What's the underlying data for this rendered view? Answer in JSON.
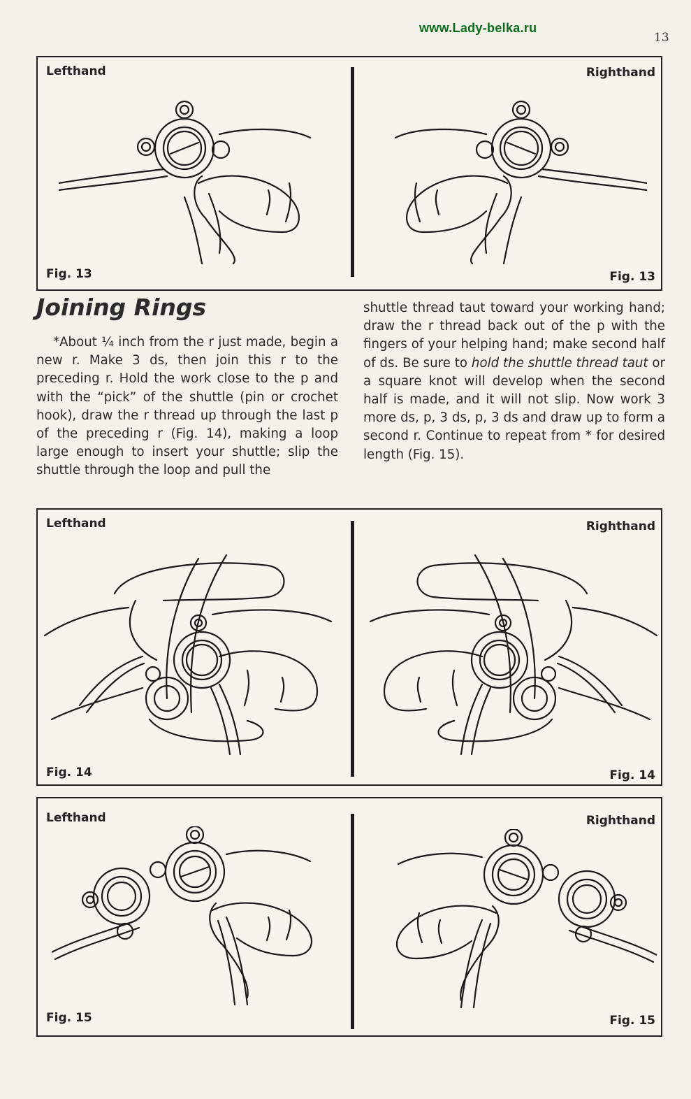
{
  "header": {
    "watermark": "www.Lady-belka.ru",
    "page_number": "13"
  },
  "figures": [
    {
      "left_label": "Lefthand",
      "right_label": "Righthand",
      "caption": "Fig. 13"
    },
    {
      "left_label": "Lefthand",
      "right_label": "Righthand",
      "caption": "Fig. 14"
    },
    {
      "left_label": "Lefthand",
      "right_label": "Righthand",
      "caption": "Fig. 15"
    }
  ],
  "article": {
    "title": "Joining Rings",
    "left_column": "*About ¼ inch from the r just made, begin a new r. Make 3 ds, then join this r to the preceding r. Hold the work close to the p and with the “pick” of the shuttle (pin or crochet hook), draw the r thread up through the last p of the preceding r (Fig. 14), making a loop large enough to insert your shuttle; slip the shuttle through the loop and pull the",
    "right_column_a": "shuttle thread taut toward your working hand; draw the r thread back out of the p with the fingers of your helping hand; make second half of ds. Be sure to ",
    "right_column_emph": "hold the shuttle thread taut",
    "right_column_b": " or a square knot will develop when the second half is made, and it will not slip. Now work 3 more ds, p, 3 ds, p, 3 ds and draw up to form a second r. Continue to repeat from * for desired length (Fig. 15)."
  }
}
